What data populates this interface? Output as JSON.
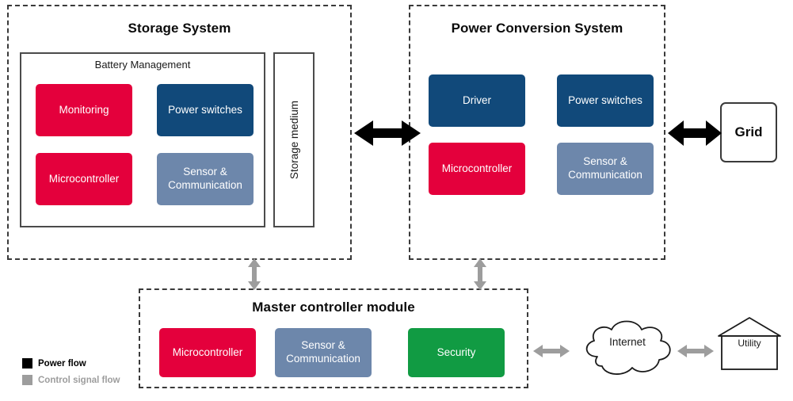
{
  "colors": {
    "red": "#E4003C",
    "navy": "#11497A",
    "slate": "#6D87AB",
    "green": "#119B43",
    "power_flow": "#000000",
    "control_flow": "#9D9D9D",
    "outline": "#3a3a3a"
  },
  "storage_system": {
    "title": "Storage System",
    "battery_management": {
      "title": "Battery Management",
      "blocks": [
        {
          "label": "Monitoring",
          "color": "#E4003C"
        },
        {
          "label": "Power switches",
          "color": "#11497A"
        },
        {
          "label": "Microcontroller",
          "color": "#E4003C"
        },
        {
          "label": "Sensor &\nCommunication",
          "color": "#6D87AB"
        }
      ]
    },
    "storage_medium_label": "Storage medium"
  },
  "power_conversion_system": {
    "title": "Power Conversion System",
    "blocks": [
      {
        "label": "Driver",
        "color": "#11497A"
      },
      {
        "label": "Power switches",
        "color": "#11497A"
      },
      {
        "label": "Microcontroller",
        "color": "#E4003C"
      },
      {
        "label": "Sensor &\nCommunication",
        "color": "#6D87AB"
      }
    ]
  },
  "grid": {
    "label": "Grid"
  },
  "master_controller": {
    "title": "Master controller module",
    "blocks": [
      {
        "label": "Microcontroller",
        "color": "#E4003C"
      },
      {
        "label": "Sensor &\nCommunication",
        "color": "#6D87AB"
      },
      {
        "label": "Security",
        "color": "#119B43"
      }
    ]
  },
  "internet": {
    "label": "Internet"
  },
  "utility": {
    "label": "Utility"
  },
  "legend": {
    "items": [
      {
        "label": "Power flow",
        "color": "#000000"
      },
      {
        "label": "Control signal flow",
        "color": "#9D9D9D"
      }
    ]
  }
}
